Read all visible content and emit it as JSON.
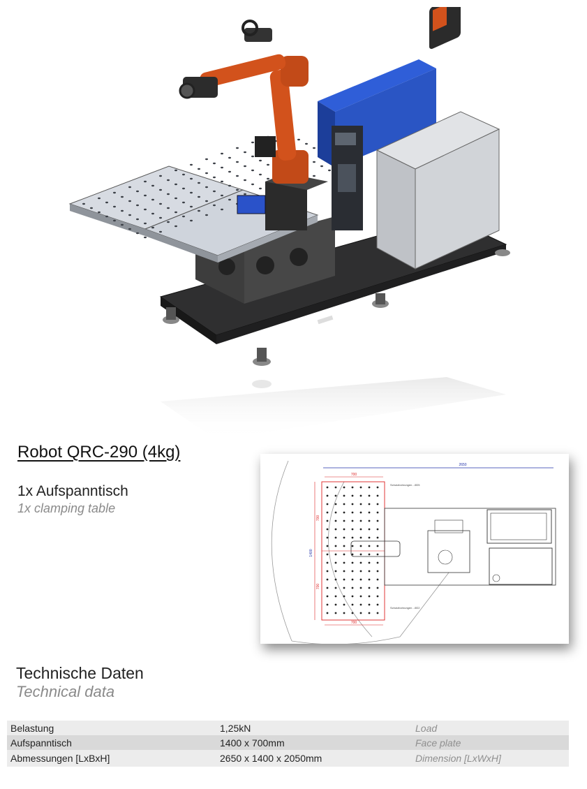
{
  "product": {
    "title": "Robot QRC-290 (4kg)"
  },
  "clamping": {
    "label_de": "1x Aufspanntisch",
    "label_en": "1x clamping table"
  },
  "drawing": {
    "dim_total": "2650",
    "dim_top_700": "700",
    "dim_bottom_700": "700",
    "dim_left_1400": "1400",
    "dim_upper_700": "700",
    "dim_lower_700": "700",
    "note_top": "Schutzbohrungen - Ø25",
    "note_bottom": "Schutzbohrungen - Ø22"
  },
  "technical": {
    "heading_de": "Technische Daten",
    "heading_en": "Technical data",
    "rows": [
      {
        "de": "Belastung",
        "value": "1,25kN",
        "en": "Load"
      },
      {
        "de": "Aufspanntisch",
        "value": "1400 x 700mm",
        "en": "Face plate"
      },
      {
        "de": "Abmessungen [LxBxH]",
        "value": "2650 x 1400 x 2050mm",
        "en": "Dimension [LxWxH]"
      }
    ]
  },
  "colors": {
    "robot_orange": "#d2521c",
    "cabinet_blue": "#2a5bd7",
    "frame_dark": "#3a3a3a",
    "plate_grey": "#c7ccd4"
  }
}
